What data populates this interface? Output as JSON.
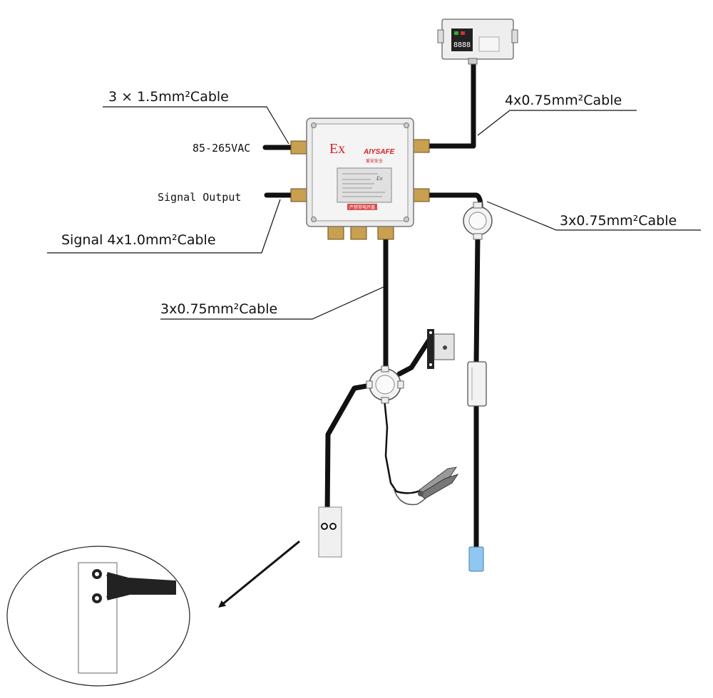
{
  "labels": {
    "power_cable": "3 × 1.5mm²Cable",
    "power_voltage": "85-265VAC",
    "signal_output": "Signal Output",
    "signal_cable": "Signal  4x1.0mm²Cable",
    "display_cable": "4x0.75mm²Cable",
    "probe_cable_right": "3x0.75mm²Cable",
    "clamp_cable": "3x0.75mm²Cable"
  },
  "junction_box": {
    "ex_mark": "Ex",
    "brand": "AIYSAFE",
    "brand_sub": "爱安安全",
    "plate_ex": "Ex",
    "warning_plate": "严禁带电开盖"
  },
  "display_unit": {
    "digits": "8888"
  },
  "colors": {
    "cable": "#111111",
    "box_body": "#e8e8e8",
    "ex_red": "#d42020",
    "gland_brass": "#c8a050",
    "probe_tip": "#8fc7f0"
  }
}
